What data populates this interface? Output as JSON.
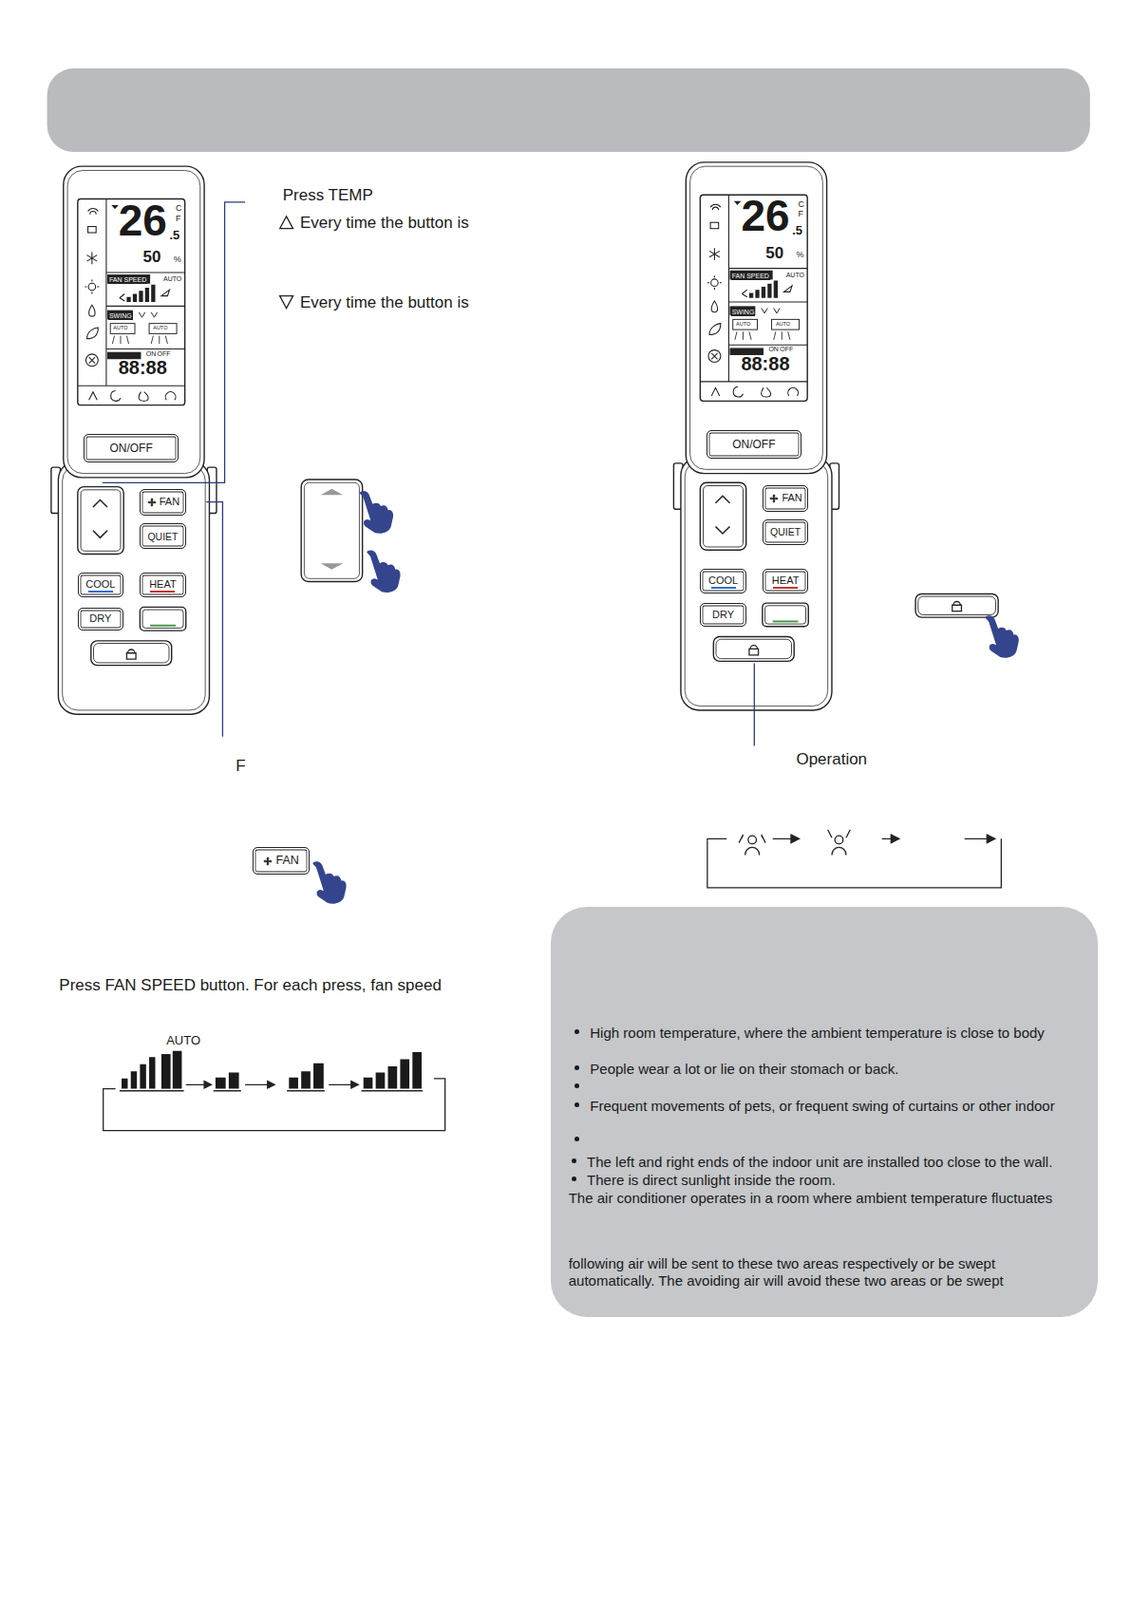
{
  "diagram": {
    "nodes": [
      {
        "text": [
          "ON/OFF"
        ]
      },
      {
        "text": [
          "FAN"
        ]
      },
      {
        "text": [
          "QUIET"
        ]
      },
      {
        "text": [
          "COOL"
        ]
      },
      {
        "text": [
          "HEAT"
        ]
      },
      {
        "text": [
          "DRY"
        ]
      },
      {
        "text": [
          "ON/OFF"
        ]
      },
      {
        "text": [
          "FAN"
        ]
      },
      {
        "text": [
          "QUIET"
        ]
      },
      {
        "text": [
          "COOL"
        ]
      },
      {
        "text": [
          "HEAT"
        ]
      },
      {
        "text": [
          "DRY"
        ]
      },
      {
        "text": [
          "FAN"
        ]
      },
      {
        "text": [
          "High room temperature, where the ambient temperature is close to body",
          "People wear a lot or lie on their stomach or back.",
          "Frequent movements of pets, or frequent swing of curtains or other indoor",
          "The left and right ends of the indoor unit are installed too close to the wall.",
          "There is direct sunlight inside the room.",
          "The air conditioner operates in a room where ambient temperature fluctuates",
          "following air will be sent to these two areas respectively or be swept automatically. The avoiding air will avoid these two areas or be swept"
        ]
      }
    ],
    "labels": [
      "Press TEMP",
      "Every time the button is",
      "Every time the button is",
      "F",
      "Press FAN SPEED button. For each press, fan speed",
      "AUTO",
      "Operation",
      "26",
      ".5",
      "C",
      "F",
      "50",
      "%",
      "FAN SPEED",
      "AUTO",
      "SWING",
      "AUTO",
      "AUTO",
      "ON",
      "OFF",
      "88:88",
      "26",
      ".5",
      "C",
      "F",
      "50",
      "%",
      "FAN SPEED",
      "AUTO",
      "SWING",
      "AUTO",
      "AUTO",
      "ON",
      "OFF",
      "88:88"
    ]
  }
}
